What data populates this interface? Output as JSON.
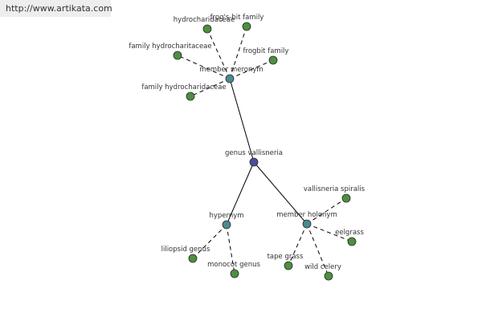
{
  "watermark": "http://www.artikata.com",
  "colors": {
    "root": "#4a4e98",
    "relation": "#4a8a8f",
    "leaf": "#4d8f3f"
  },
  "nodes": [
    {
      "id": "genus",
      "label": "genus vallisneria",
      "kind": "root"
    },
    {
      "id": "meronym",
      "label": "member meronym",
      "kind": "relation"
    },
    {
      "id": "hypernym",
      "label": "hypernym",
      "kind": "relation"
    },
    {
      "id": "holonym",
      "label": "member holonym",
      "kind": "relation"
    },
    {
      "id": "m1",
      "label": "hydrocharidaceae",
      "kind": "leaf"
    },
    {
      "id": "m2",
      "label": "frog's-bit family",
      "kind": "leaf"
    },
    {
      "id": "m3",
      "label": "family hydrocharitaceae",
      "kind": "leaf"
    },
    {
      "id": "m4",
      "label": "frogbit family",
      "kind": "leaf"
    },
    {
      "id": "m5",
      "label": "family hydrocharidaceae",
      "kind": "leaf"
    },
    {
      "id": "h1",
      "label": "liliopsid genus",
      "kind": "leaf"
    },
    {
      "id": "h2",
      "label": "monocot genus",
      "kind": "leaf"
    },
    {
      "id": "o1",
      "label": "vallisneria spiralis",
      "kind": "leaf"
    },
    {
      "id": "o2",
      "label": "eelgrass",
      "kind": "leaf"
    },
    {
      "id": "o3",
      "label": "tape grass",
      "kind": "leaf"
    },
    {
      "id": "o4",
      "label": "wild celery",
      "kind": "leaf"
    }
  ],
  "edges": [
    {
      "from": "genus",
      "to": "meronym",
      "style": "solid"
    },
    {
      "from": "genus",
      "to": "hypernym",
      "style": "solid"
    },
    {
      "from": "genus",
      "to": "holonym",
      "style": "solid"
    },
    {
      "from": "meronym",
      "to": "m1",
      "style": "dashed"
    },
    {
      "from": "meronym",
      "to": "m2",
      "style": "dashed"
    },
    {
      "from": "meronym",
      "to": "m3",
      "style": "dashed"
    },
    {
      "from": "meronym",
      "to": "m4",
      "style": "dashed"
    },
    {
      "from": "meronym",
      "to": "m5",
      "style": "dashed"
    },
    {
      "from": "hypernym",
      "to": "h1",
      "style": "dashed"
    },
    {
      "from": "hypernym",
      "to": "h2",
      "style": "dashed"
    },
    {
      "from": "holonym",
      "to": "o1",
      "style": "dashed"
    },
    {
      "from": "holonym",
      "to": "o2",
      "style": "dashed"
    },
    {
      "from": "holonym",
      "to": "o3",
      "style": "dashed"
    },
    {
      "from": "holonym",
      "to": "o4",
      "style": "dashed"
    }
  ]
}
